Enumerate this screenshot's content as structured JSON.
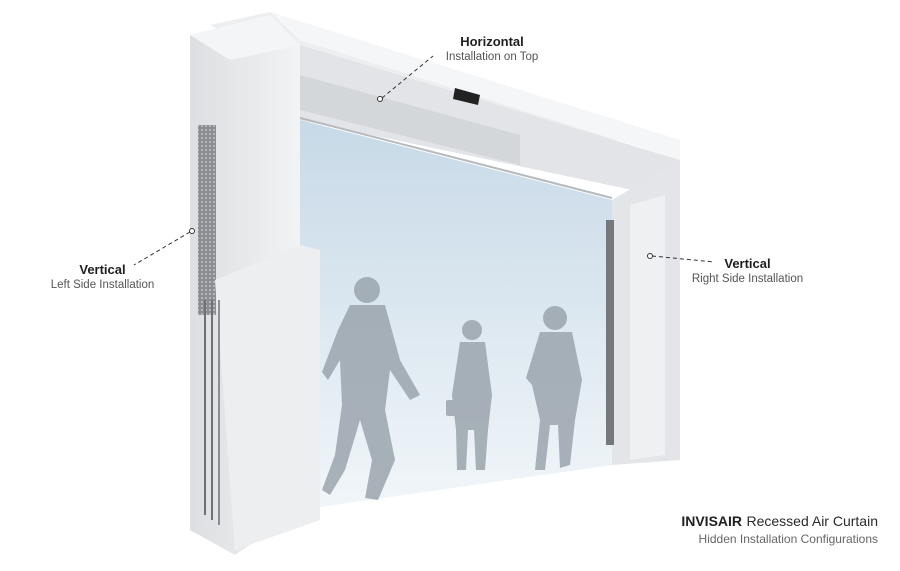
{
  "diagram": {
    "product_brand": "INVISAIR",
    "product_name": "Recessed Air Curtain",
    "subtitle": "Hidden Installation Configurations",
    "callouts": [
      {
        "id": "horizontal",
        "title": "Horizontal",
        "subtitle": "Installation on Top"
      },
      {
        "id": "vertical-left",
        "title": "Vertical",
        "subtitle": "Left Side Installation"
      },
      {
        "id": "vertical-right",
        "title": "Vertical",
        "subtitle": "Right Side Installation"
      }
    ],
    "figures": [
      "walking-man",
      "walking-woman-with-bag",
      "walking-woman"
    ],
    "colors": {
      "frame": "#e9eaec",
      "frame_shade": "#d6d8db",
      "opening_top": "#c9dbe8",
      "opening_bottom": "#eef4f8",
      "silhouette": "#9aa4ab",
      "grille": "#6d7176"
    }
  }
}
